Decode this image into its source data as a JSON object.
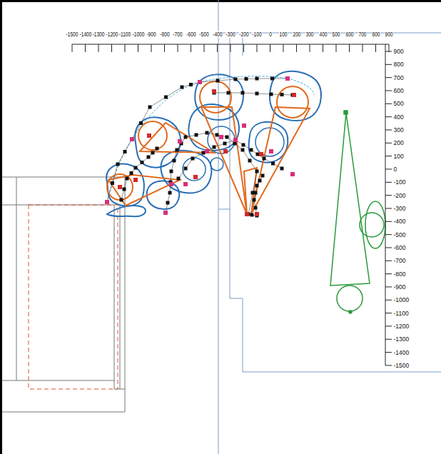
{
  "diagram": {
    "labels": [
      "-1500",
      "-1400",
      "-1300",
      "-1200",
      "-1100",
      "-1000",
      "-900",
      "-800",
      "-700",
      "-600",
      "-500",
      "-400",
      "-300",
      "-200",
      "-100",
      "0",
      "100",
      "200",
      "300",
      "400",
      "500",
      "600",
      "700",
      "800",
      "900",
      "900",
      "800",
      "700",
      "600",
      "500",
      "400",
      "300",
      "200",
      "100",
      "0",
      "-100",
      "-200",
      "-300",
      "-400",
      "-500",
      "-600",
      "-700",
      "-800",
      "-900",
      "-1000",
      "-1100",
      "-1200",
      "-1300",
      "-1400",
      "-1500"
    ]
  }
}
